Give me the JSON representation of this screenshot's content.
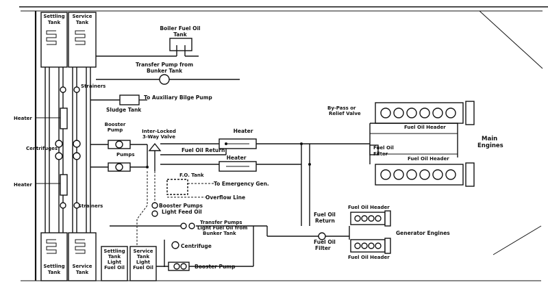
{
  "labels": {
    "settling_tank_top": [
      "Settling",
      "Tank"
    ],
    "service_tank_top": [
      "Service",
      "Tank"
    ],
    "settling_tank_bottom": [
      "Settling",
      "Tank"
    ],
    "service_tank_bottom": [
      "Service",
      "Tank"
    ],
    "boiler_fuel_oil_tank": [
      "Boiler Fuel Oil",
      "Tank"
    ],
    "transfer_pump_bunker": [
      "Transfer Pump from",
      "Bunker Tank"
    ],
    "strainers_top": "Strainers",
    "strainers_bottom": "Strainers",
    "sludge_tank": "Sludge Tank",
    "to_auxiliary_bilge_pump": "To Auxiliary Bilge Pump",
    "heater_left_top": "Heater",
    "heater_left_bottom": "Heater",
    "centrifuges": "Centrifuges",
    "booster_pump": [
      "Booster",
      "Pump"
    ],
    "pumps": "Pumps",
    "interlocked_valve": [
      "Inter-Locked",
      "3-Way Valve"
    ],
    "heater_right_top": "Heater",
    "heater_right_bottom": "Heater",
    "fuel_oil_return": "Fuel Oil Return",
    "fo_tank": "F.O. Tank",
    "to_emergency_gen": "To Emergency Gen.",
    "overflow_line": "Overflow Line",
    "booster_pumps_light": [
      "Booster Pumps",
      "Light Feed Oil"
    ],
    "transfer_pumps_light": [
      "Transfer Pumps",
      "Light Fuel Oil from",
      "Bunker Tank"
    ],
    "centrifuge": "Centrifuge",
    "booster_pump_bottom": "Booster Pump",
    "settling_tank_light": [
      "Settling",
      "Tank",
      "Light",
      "Fuel Oil"
    ],
    "service_tank_light": [
      "Service",
      "Tank",
      "Light",
      "Fuel Oil"
    ],
    "bypass_relief": [
      "By-Pass or",
      "Relief Valve"
    ],
    "fuel_oil_header_top": "Fuel Oil Header",
    "fuel_oil_header_mid": "Fuel Oil Header",
    "fuel_oil_filter_main": [
      "Fuel Oil",
      "Filter"
    ],
    "main_engines": [
      "Main",
      "Engines"
    ],
    "fuel_oil_return_gen": [
      "Fuel Oil",
      "Return"
    ],
    "fuel_oil_filter_gen": [
      "Fuel Oil",
      "Filter"
    ],
    "fuel_oil_header_gen_top": "Fuel Oil Header",
    "fuel_oil_header_gen_bottom": "Fuel Oil Header",
    "generator_engines": "Generator Engines"
  }
}
